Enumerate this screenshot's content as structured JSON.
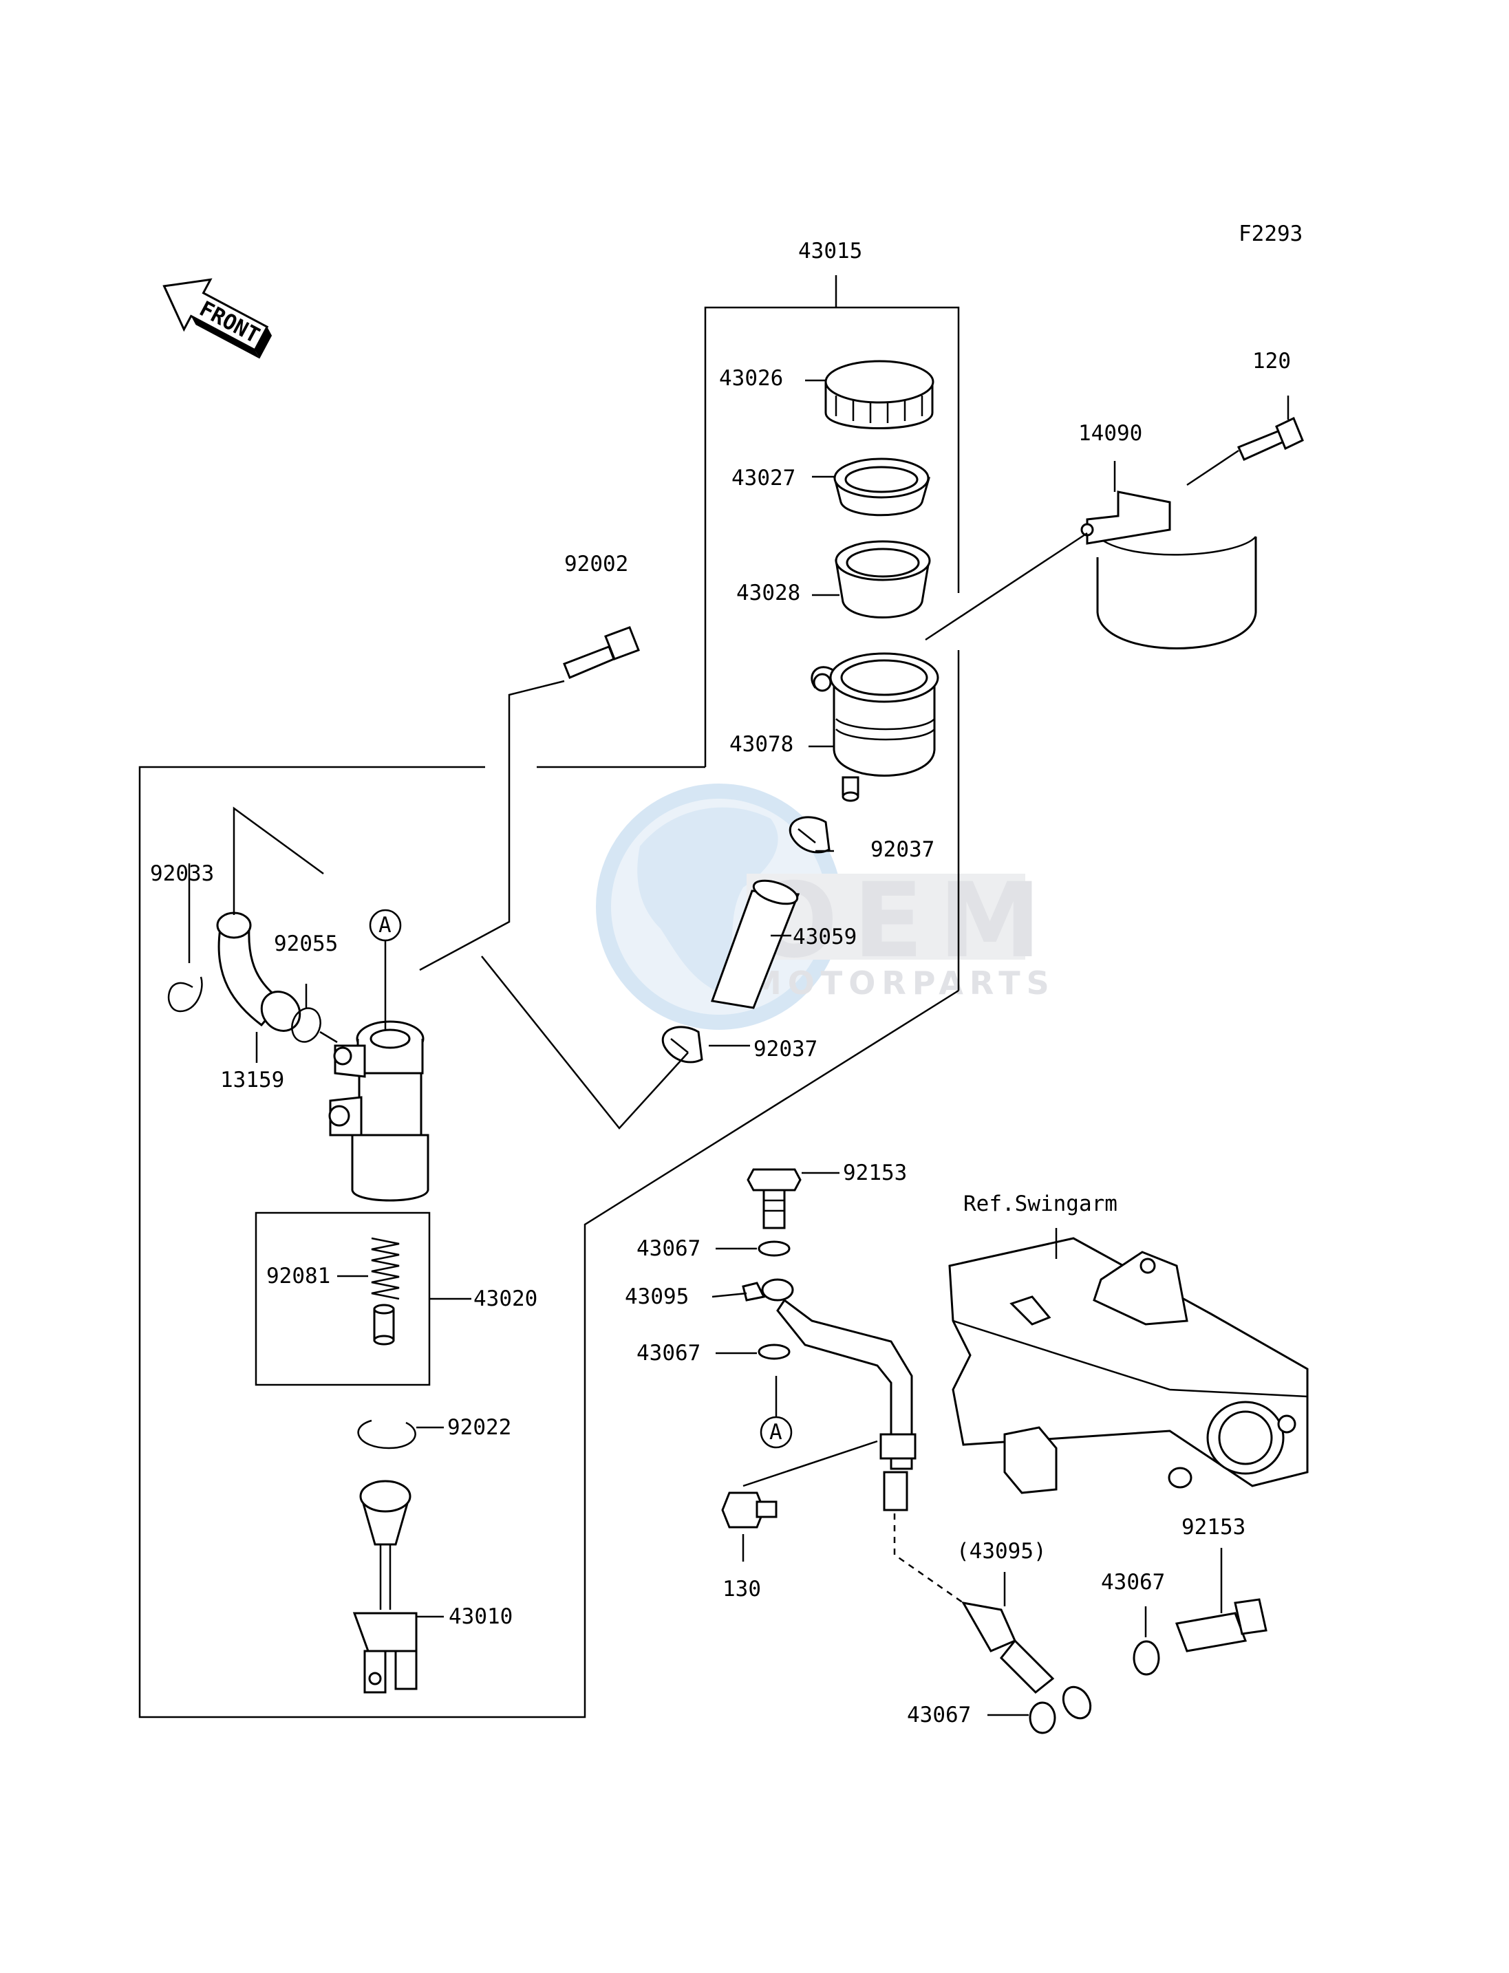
{
  "figure_code": "F2293",
  "front_arrow_label": "FRONT",
  "watermark": {
    "main": "OEM",
    "sub": "MOTORPARTS"
  },
  "reference_label": "Ref.Swingarm",
  "callout_marker": "A",
  "part_labels": {
    "p43015": "43015",
    "p43026": "43026",
    "p43027": "43027",
    "p43028": "43028",
    "p43078": "43078",
    "p92037_top": "92037",
    "p43059": "43059",
    "p92037_bottom": "92037",
    "p120": "120",
    "p14090": "14090",
    "p92002": "92002",
    "p92033": "92033",
    "p92055": "92055",
    "p13159": "13159",
    "p92081": "92081",
    "p43020": "43020",
    "p92022": "92022",
    "p43010": "43010",
    "p92153_top": "92153",
    "p43067_a": "43067",
    "p43095": "43095",
    "p43067_b": "43067",
    "p130": "130",
    "p43095_ref": "(43095)",
    "p43067_c": "43067",
    "p92153_right": "92153",
    "p43067_d": "43067"
  }
}
